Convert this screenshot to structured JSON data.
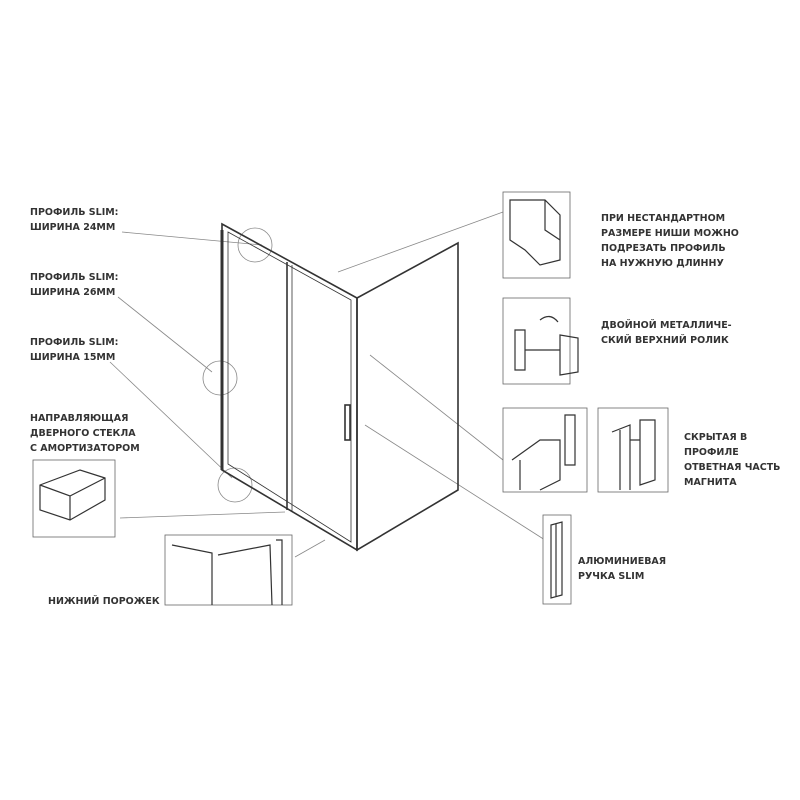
{
  "labels": {
    "profile24": [
      "ПРОФИЛЬ SLIM:",
      "ШИРИНА 24ММ"
    ],
    "profile26": [
      "ПРОФИЛЬ SLIM:",
      "ШИРИНА 26ММ"
    ],
    "profile15": [
      "ПРОФИЛЬ SLIM:",
      "ШИРИНА 15ММ"
    ],
    "guide": [
      "НАПРАВЛЯЮЩАЯ",
      "ДВЕРНОГО СТЕКЛА",
      "С АМОРТИЗАТОРОМ"
    ],
    "threshold": [
      "НИЖНИЙ ПОРОЖЕК"
    ],
    "cut": [
      "ПРИ НЕСТАНДАРТНОМ",
      "РАЗМЕРЕ НИШИ МОЖНО",
      "ПОДРЕЗАТЬ ПРОФИЛЬ",
      "НА НУЖНУЮ ДЛИННУ"
    ],
    "roller": [
      "ДВОЙНОЙ МЕТАЛЛИЧЕ-",
      "СКИЙ ВЕРХНИЙ РОЛИК"
    ],
    "magnet": [
      "СКРЫТАЯ В",
      "ПРОФИЛЕ",
      "ОТВЕТНАЯ ЧАСТЬ",
      "МАГНИТА"
    ],
    "handle": [
      "АЛЮМИНИЕВАЯ",
      "РУЧКА SLIM"
    ]
  },
  "colors": {
    "line": "#333333",
    "leader": "#777777",
    "text": "#333333"
  }
}
